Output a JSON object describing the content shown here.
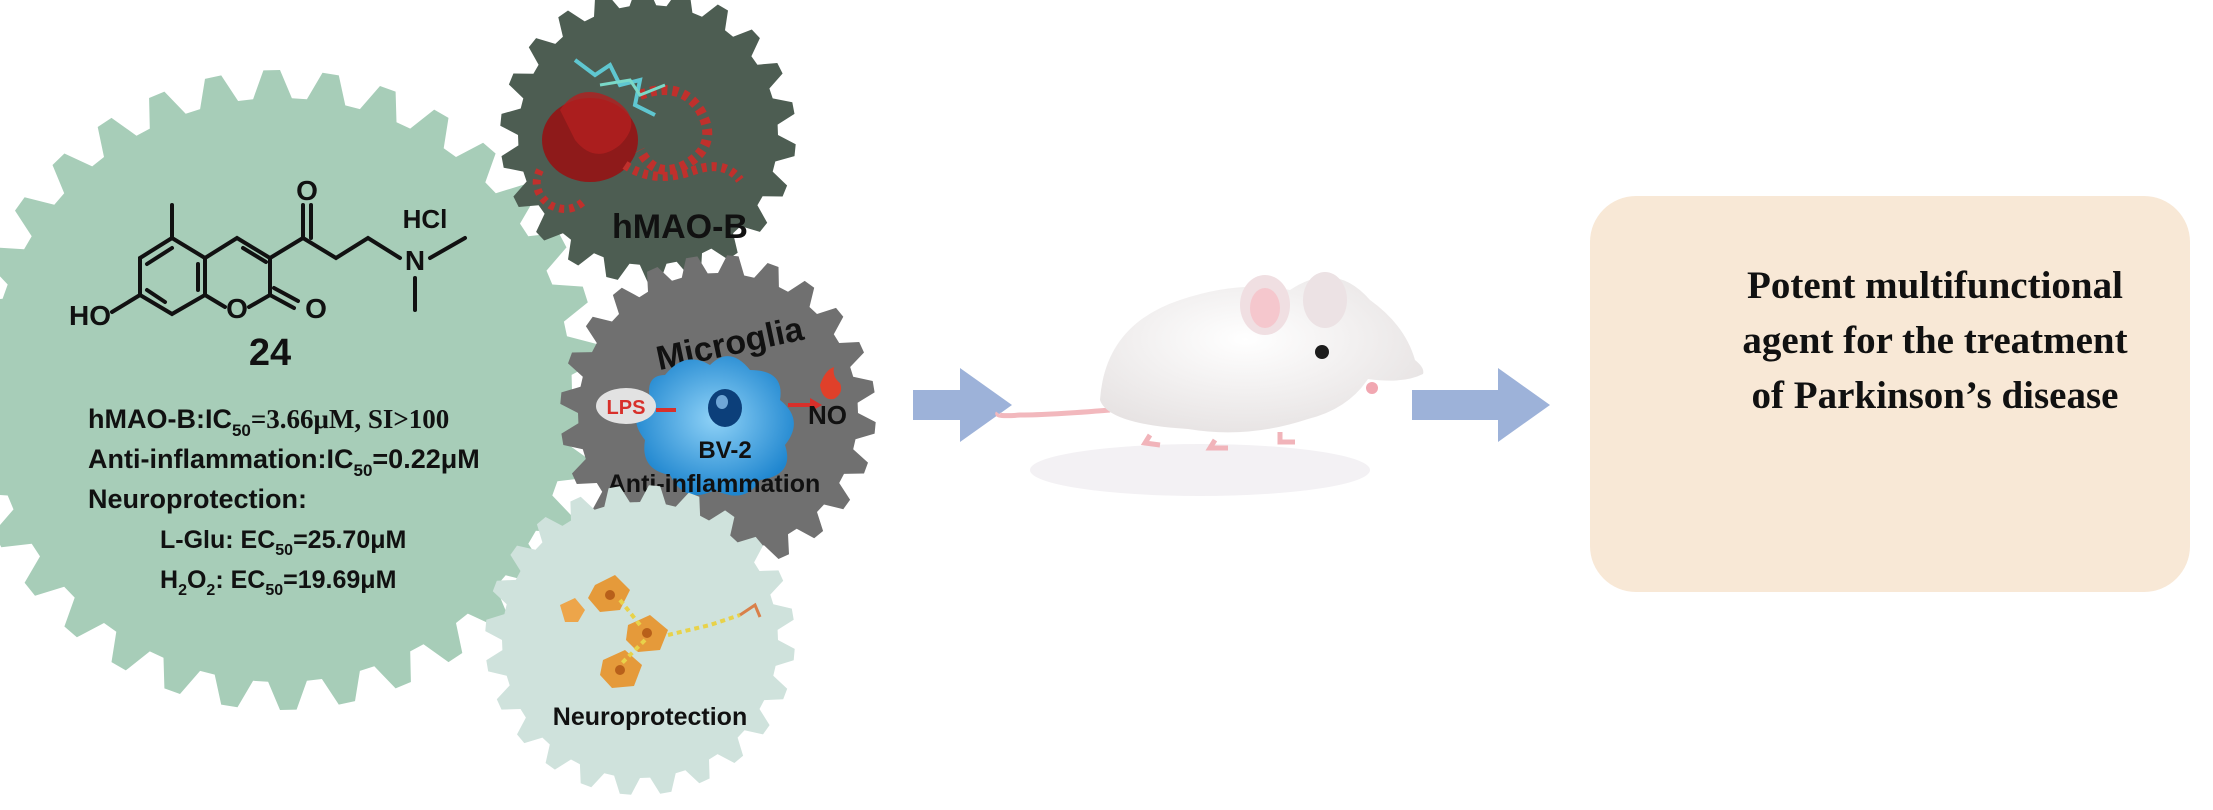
{
  "compound": {
    "number": "24",
    "salt": "HCl",
    "substituent_ho": "HO",
    "atoms": {
      "o_ring": "O",
      "o_lactone": "O",
      "o_ketone": "O",
      "n": "N"
    }
  },
  "activities": {
    "mao_prefix": "hMAO-B:IC",
    "mao_sub": "50",
    "mao_value": "=3.66μM, SI>100",
    "inflam_prefix": "Anti-inflammation:IC",
    "inflam_sub": "50",
    "inflam_value": "=0.22μM",
    "neuro_heading": "Neuroprotection:",
    "lglu_prefix": "L-Glu: EC",
    "lglu_sub": "50",
    "lglu_value": "=25.70μM",
    "h2o2_h": "H",
    "h2o2_sub1": "2",
    "h2o2_o": "O",
    "h2o2_sub2": "2",
    "h2o2_ec": ": EC",
    "h2o2_sub3": "50",
    "h2o2_value": "=19.69μM"
  },
  "gears": {
    "mao_label": "hMAO-B",
    "microglia_title": "Microglia",
    "lps_label": "LPS",
    "cell_label": "BV-2",
    "no_label": "NO",
    "inflam_label": "Anti-inflammation",
    "neuro_label": "Neuroprotection"
  },
  "outcome": {
    "line1": "Potent multifunctional",
    "line2": "agent for the treatment",
    "line3": "of Parkinson’s disease"
  },
  "colors": {
    "main_gear": "#a7cdb8",
    "mao_gear": "#4d5d52",
    "microglia_gear": "#707070",
    "neuro_gear": "#cfe2dc",
    "arrow": "#9db2d9",
    "outcome_box": "#f8e8d6",
    "cell": "#3fa5e2",
    "lps_red": "#d8302b"
  },
  "icons": [
    "mouse-illustration",
    "head-brain-icon",
    "protein-structure-image",
    "neuron-cells-image"
  ]
}
